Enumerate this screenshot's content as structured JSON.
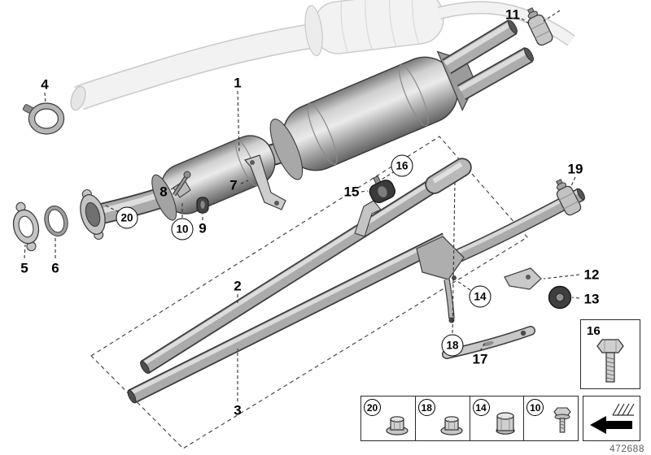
{
  "figure": {
    "part_number": "472688",
    "colors": {
      "background": "#ffffff",
      "line": "#2f2f2f",
      "metal_light": "#e8e8e8",
      "metal_dark": "#636363",
      "ghost": "#f2f2f2",
      "rubber": "#3a3a3a"
    }
  },
  "callouts": [
    {
      "number": "1",
      "circled": false
    },
    {
      "number": "2",
      "circled": false
    },
    {
      "number": "3",
      "circled": false
    },
    {
      "number": "4",
      "circled": false
    },
    {
      "number": "5",
      "circled": false
    },
    {
      "number": "6",
      "circled": false
    },
    {
      "number": "7",
      "circled": false
    },
    {
      "number": "8",
      "circled": false
    },
    {
      "number": "9",
      "circled": false
    },
    {
      "number": "10",
      "circled": true
    },
    {
      "number": "11",
      "circled": false
    },
    {
      "number": "12",
      "circled": false
    },
    {
      "number": "13",
      "circled": false
    },
    {
      "number": "14",
      "circled": true
    },
    {
      "number": "15",
      "circled": false
    },
    {
      "number": "16",
      "circled": true
    },
    {
      "number": "17",
      "circled": false
    },
    {
      "number": "18",
      "circled": true
    },
    {
      "number": "19",
      "circled": false
    },
    {
      "number": "20",
      "circled": true
    }
  ],
  "legend": {
    "bolt_box": {
      "number": "16",
      "icon": "hex-bolt-icon"
    },
    "cells": [
      {
        "number": "20",
        "icon": "flange-nut-icon"
      },
      {
        "number": "18",
        "icon": "flange-nut-icon"
      },
      {
        "number": "14",
        "icon": "hex-nut-icon"
      },
      {
        "number": "10",
        "icon": "screw-icon"
      }
    ],
    "direction_box": {
      "icon": "direction-arrow-icon"
    }
  },
  "parts": [
    {
      "callout": "1",
      "part": "center-muffler-assembly"
    },
    {
      "callout": "2",
      "part": "front-pipe-upper"
    },
    {
      "callout": "3",
      "part": "front-pipe-lower"
    },
    {
      "callout": "4",
      "part": "clamp"
    },
    {
      "callout": "5",
      "part": "flange"
    },
    {
      "callout": "6",
      "part": "gasket-ring"
    },
    {
      "callout": "7",
      "part": "bracket"
    },
    {
      "callout": "8",
      "part": "stud-plate"
    },
    {
      "callout": "9",
      "part": "rubber-grommet"
    },
    {
      "callout": "10",
      "part": "screw"
    },
    {
      "callout": "11",
      "part": "clamp"
    },
    {
      "callout": "12",
      "part": "bracket"
    },
    {
      "callout": "13",
      "part": "rubber-mount"
    },
    {
      "callout": "14",
      "part": "hex-nut"
    },
    {
      "callout": "15",
      "part": "rubber-mount"
    },
    {
      "callout": "16",
      "part": "hex-bolt"
    },
    {
      "callout": "17",
      "part": "support-bracket"
    },
    {
      "callout": "18",
      "part": "flange-nut"
    },
    {
      "callout": "19",
      "part": "clamp"
    },
    {
      "callout": "20",
      "part": "flange-nut"
    }
  ]
}
